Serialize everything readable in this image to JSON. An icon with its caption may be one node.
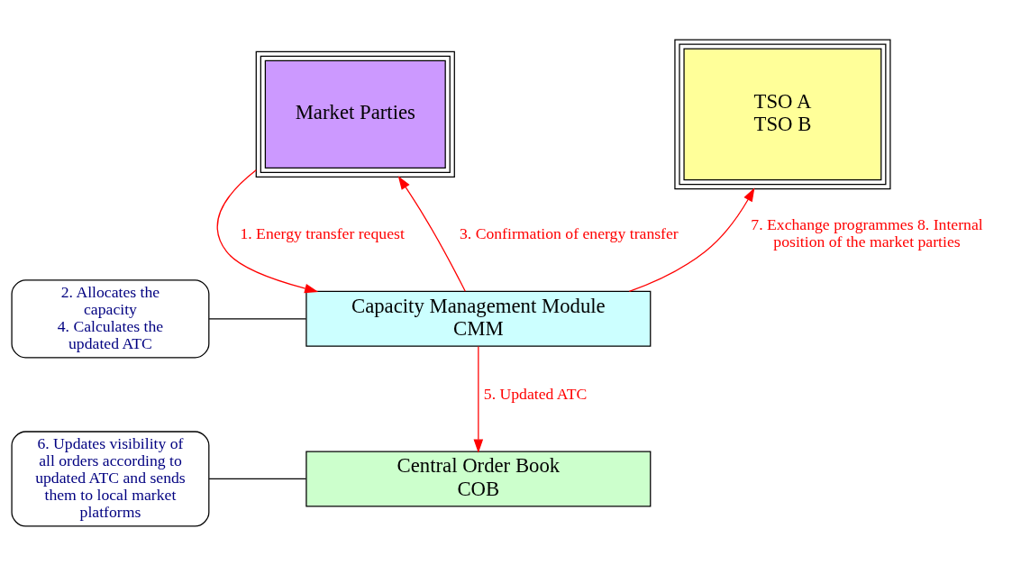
{
  "diagram": {
    "nodes": [
      {
        "text": [
          "Market Parties"
        ]
      },
      {
        "text": [
          "TSO A",
          "TSO B"
        ]
      },
      {
        "text": [
          "Capacity Management Module",
          "CMM"
        ]
      },
      {
        "text": [
          "Central Order Book",
          "COB"
        ]
      },
      {
        "text": [
          "2. Allocates the capacity",
          "4. Calculates the updated ATC"
        ]
      },
      {
        "text": [
          "6. Updates visibility of all orders according to updated ATC and sends them to local market platforms"
        ]
      }
    ],
    "edges": [
      {
        "from": 0,
        "to": 2,
        "arrow": "to",
        "label": "1. Energy transfer request"
      },
      {
        "from": 2,
        "to": 0,
        "arrow": "to",
        "label": "3. Confirmation of energy transfer"
      },
      {
        "from": 2,
        "to": 1,
        "arrow": "to",
        "label": "7. Exchange programmes 8. Internal position of the market parties"
      },
      {
        "from": 2,
        "to": 3,
        "arrow": "to",
        "label": "5. Updated ATC"
      },
      {
        "from": 4,
        "to": 2,
        "arrow": "none",
        "color": "#000000"
      },
      {
        "from": 5,
        "to": 3,
        "arrow": "none",
        "color": "#000000"
      }
    ]
  }
}
